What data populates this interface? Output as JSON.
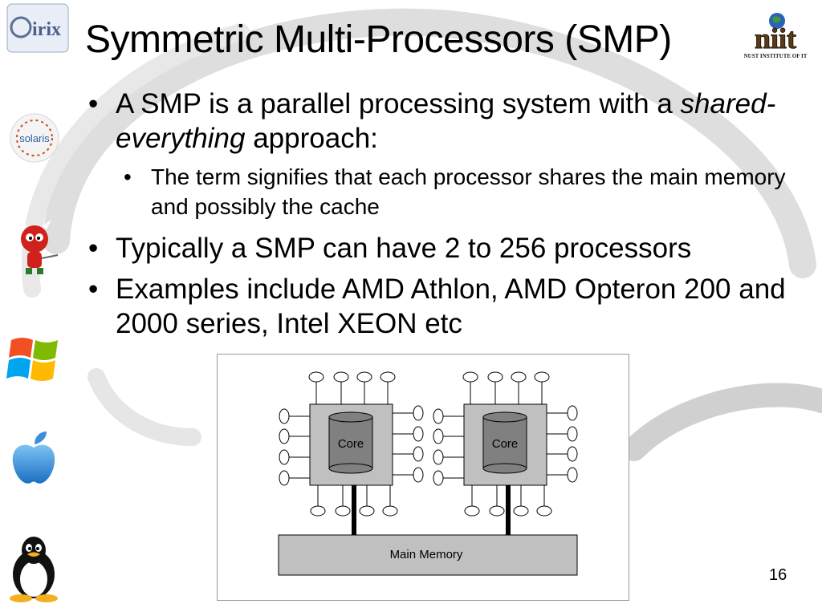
{
  "slide": {
    "title": "Symmetric Multi-Processors (SMP)",
    "page_number": "16",
    "logo_right": {
      "wordmark": "niit",
      "caption": "NUST INSTITUTE OF IT"
    }
  },
  "sidebar": {
    "logos": [
      {
        "name": "irix-logo",
        "text": "irix"
      },
      {
        "name": "solaris-logo",
        "text": "solaris"
      },
      {
        "name": "bsd-daemon-logo",
        "text": ""
      },
      {
        "name": "windows-logo",
        "text": ""
      },
      {
        "name": "apple-logo",
        "text": ""
      },
      {
        "name": "tux-linux-logo",
        "text": ""
      }
    ]
  },
  "bullets": {
    "b1_pre": "A SMP is a parallel processing system with a ",
    "b1_em": "shared-everything",
    "b1_post": " approach:",
    "b1_sub": "The term signifies that each processor shares the main memory and possibly the cache",
    "b2": "Typically a SMP can have 2 to 256 processors",
    "b3": "Examples include AMD Athlon, AMD Opteron 200 and 2000 series, Intel XEON etc"
  },
  "diagram": {
    "core_left_label": "Core",
    "core_right_label": "Core",
    "memory_label": "Main Memory"
  },
  "colors": {
    "chip_fill": "#c0c0c0",
    "core_fill": "#808080",
    "memory_fill": "#c0c0c0",
    "swirl": "#dcdcdc"
  }
}
